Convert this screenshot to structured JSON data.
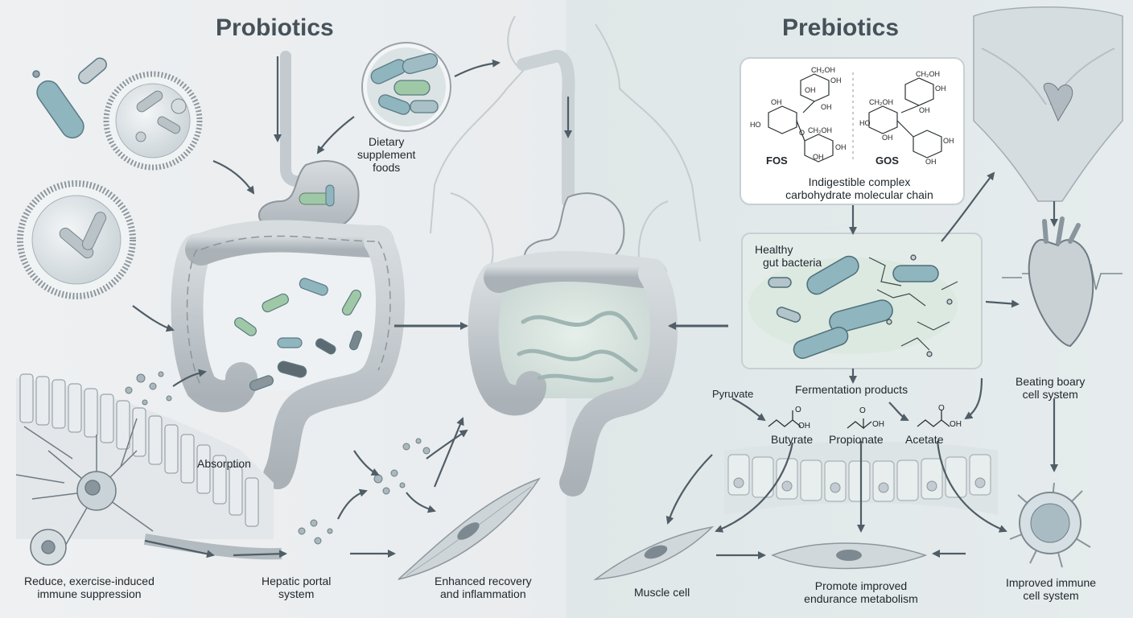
{
  "left_title": "Probiotics",
  "right_title": "Prebiotics",
  "labels": {
    "dietary": [
      "Dietary",
      "supplement",
      "foods"
    ],
    "absorption": "Absorption",
    "reduce": [
      "Reduce, exercise-induced",
      "immune suppression"
    ],
    "hepatic": [
      "Hepatic portal",
      "system"
    ],
    "enhanced": [
      "Enhanced recovery",
      "and inflammation"
    ],
    "fos": "FOS",
    "gos": "GOS",
    "indigestible": [
      "Indigestible complex",
      "carbohydrate molecular chain"
    ],
    "healthy": [
      "Healthy",
      "gut bacteria"
    ],
    "fermentation": "Fermentation products",
    "pyruvate": "Pyruvate",
    "butyrate": "Butyrate",
    "propionate": "Propionate",
    "acetate": "Acetate",
    "beating": [
      "Beating boary",
      "cell system"
    ],
    "muscle": "Muscle cell",
    "promote": [
      "Promote improved",
      "endurance metabolism"
    ],
    "immune": [
      "Improved immune",
      "cell system"
    ]
  },
  "chem": {
    "ch2oh": "CH₂OH",
    "oh": "OH",
    "ho": "HO",
    "o": "O"
  },
  "colors": {
    "bacteria": "#8fb5bf",
    "bacteria_green": "#9fc9a6",
    "intestine": "#b9c0c5",
    "arrow": "#4f5d66"
  }
}
